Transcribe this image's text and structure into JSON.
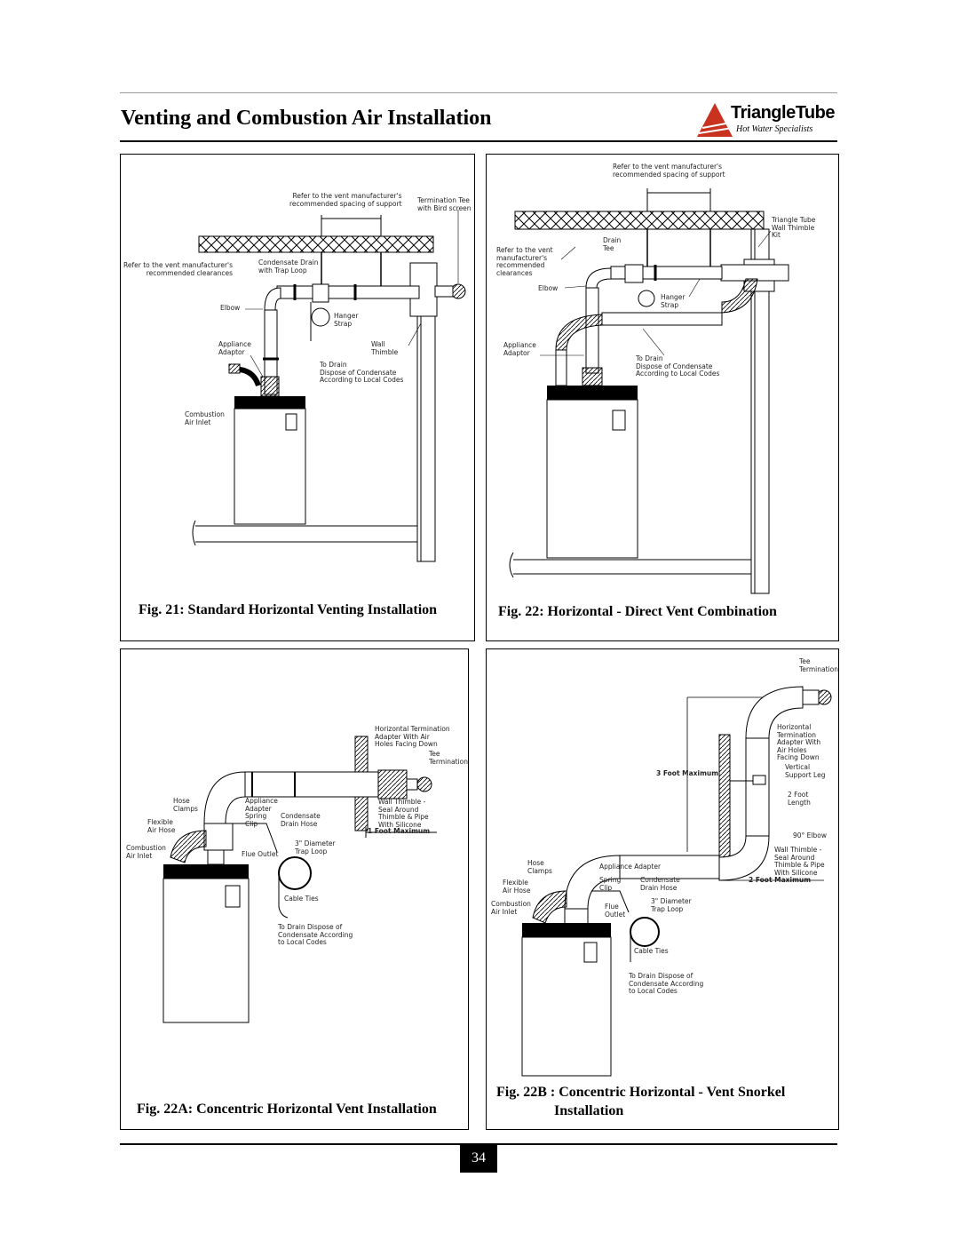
{
  "header": {
    "title": "Venting and Combustion Air Installation",
    "logo_brand": "TriangleTube",
    "logo_tagline": "Hot Water Specialists"
  },
  "figures": {
    "fig21": {
      "caption": "Fig. 21:  Standard Horizontal Venting Installation",
      "labels": {
        "support": "Refer to the vent manufacturer's\nrecommended spacing of support",
        "termination": "Termination Tee\nwith Bird screen",
        "clearances": "Refer to the vent manufacturer's\nrecommended clearances",
        "condensate": "Condensate Drain\nwith Trap Loop",
        "elbow": "Elbow",
        "hanger": "Hanger\nStrap",
        "adaptor": "Appliance\nAdaptor",
        "thimble": "Wall\nThimble",
        "drain": "To Drain\nDispose of Condensate\nAccording to Local Codes",
        "combustion": "Combustion\nAir Inlet"
      }
    },
    "fig22": {
      "caption": "Fig. 22:  Horizontal - Direct Vent Combination",
      "labels": {
        "support": "Refer to the vent manufacturer's\nrecommended spacing of support",
        "thimble_kit": "Triangle Tube\nWall Thimble\nKit",
        "drain_tee": "Drain\nTee",
        "clearances": "Refer to the vent\nmanufacturer's\nrecommended\nclearances",
        "elbow": "Elbow",
        "hanger": "Hanger\nStrap",
        "adaptor": "Appliance\nAdaptor",
        "drain": "To Drain\nDispose of Condensate\nAccording to Local Codes"
      }
    },
    "fig22a": {
      "caption": "Fig. 22A:  Concentric Horizontal Vent Installation",
      "labels": {
        "horizontal_term": "Horizontal Termination\nAdapter With Air\nHoles Facing Down",
        "tee": "Tee\nTermination",
        "hose_clamps": "Hose\nClamps",
        "appliance_adapter": "Appliance\nAdapter",
        "spring_clip": "Spring\nClip",
        "condensate_hose": "Condensate\nDrain Hose",
        "wall_thimble": "Wall Thimble -\nSeal Around\nThimble & Pipe\nWith Silicone",
        "flexible": "Flexible\nAir Hose",
        "one_foot": "1 Foot Maximum",
        "trap": "3\" Diameter\nTrap Loop",
        "combustion": "Combustion\nAir Inlet",
        "flue": "Flue Outlet",
        "cable": "Cable Ties",
        "drain": "To Drain Dispose of\nCondensate According\nto Local Codes"
      }
    },
    "fig22b": {
      "caption_line1": "Fig. 22B :  Concentric Horizontal - Vent Snorkel",
      "caption_line2": "Installation",
      "labels": {
        "tee": "Tee\nTermination",
        "horizontal_term": "Horizontal\nTermination\nAdapter With\nAir Holes\nFacing Down",
        "three_foot": "3 Foot Maximum",
        "vertical": "Vertical\nSupport Leg",
        "two_foot_len": "2 Foot\nLength",
        "elbow90": "90° Elbow",
        "hose_clamps": "Hose\nClamps",
        "appliance_adapter": "Appliance Adapter",
        "wall_thimble": "Wall Thimble -\nSeal Around\nThimble & Pipe\nWith Silicone",
        "flexible": "Flexible\nAir Hose",
        "spring_clip": "Spring\nClip",
        "condensate_hose": "Condensate\nDrain Hose",
        "two_foot_max": "2 Foot Maximum",
        "combustion": "Combustion\nAir Inlet",
        "flue": "Flue\nOutlet",
        "trap": "3\" Diameter\nTrap Loop",
        "cable": "Cable Ties",
        "drain": "To Drain Dispose of\nCondensate According\nto Local Codes"
      }
    }
  },
  "footer": {
    "page_number": "34"
  },
  "colors": {
    "accent_red": "#c8321e",
    "ink": "#000000",
    "rule_gray": "#9a9a9a"
  }
}
